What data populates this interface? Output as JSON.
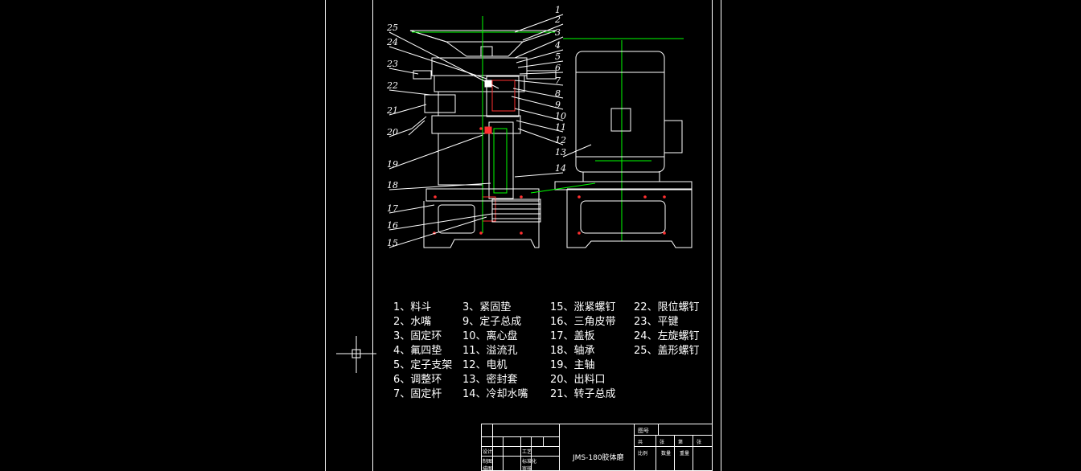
{
  "legend": [
    [
      "1、料斗",
      "3、紧固垫",
      "15、涨紧螺钉",
      "22、限位螺钉"
    ],
    [
      "2、水嘴",
      "9、定子总成",
      "16、三角皮带",
      "23、平键"
    ],
    [
      "3、固定环",
      "10、离心盘",
      "17、盖板",
      "24、左旋螺钉"
    ],
    [
      "4、氟四垫",
      "11、溢流孔",
      "18、轴承",
      "25、盖形螺钉"
    ],
    [
      "5、定子支架",
      "12、电机",
      "19、主轴",
      ""
    ],
    [
      "6、调整环",
      "13、密封套",
      "20、出料口",
      ""
    ],
    [
      "7、固定杆",
      "14、冷却水嘴",
      "21、转子总成",
      ""
    ]
  ],
  "leaders_right": [
    "1",
    "2",
    "3",
    "4",
    "5",
    "6",
    "7",
    "8",
    "9",
    "10",
    "11",
    "12",
    "13",
    "14"
  ],
  "leaders_left": [
    "25",
    "24",
    "23",
    "22",
    "21",
    "20",
    "19",
    "18",
    "17",
    "16",
    "15"
  ],
  "title_block": {
    "drawing_name": "JMS-180胶体磨",
    "drawing_no_label": "图号",
    "row2": [
      "共",
      "张",
      "第",
      "张"
    ],
    "row3": [
      "比例",
      "数量",
      "重量"
    ],
    "sign_rows": [
      "设计",
      "制图",
      "描图"
    ],
    "sign_cols": [
      "工艺",
      "标准化",
      "审核"
    ]
  },
  "colors": {
    "line": "#ffffff",
    "green": "#00ff00",
    "red": "#ff3030",
    "cyan": "#00ffff"
  }
}
